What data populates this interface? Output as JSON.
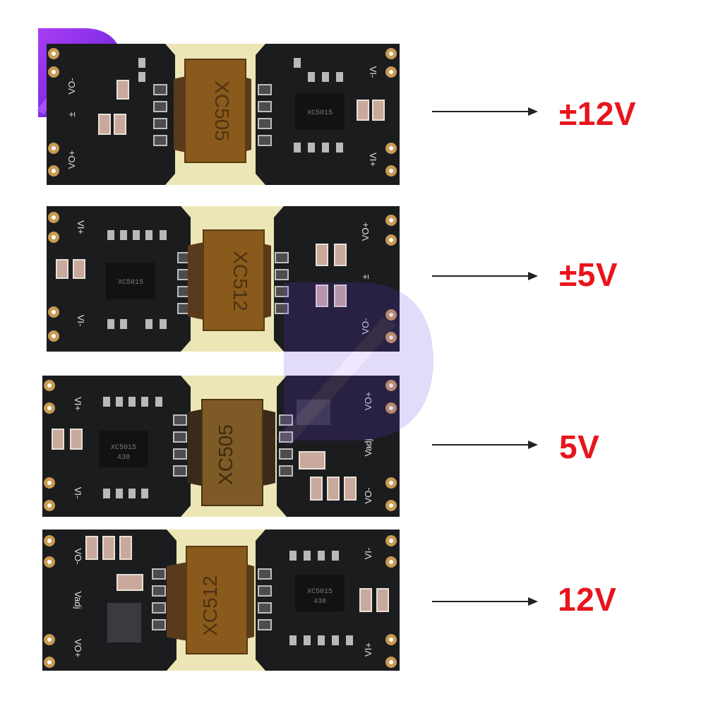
{
  "logo": {
    "icon": "purple-stylized-d-logo"
  },
  "boards": [
    {
      "transformer_marking": "XC505",
      "ic_marking": "XC5015",
      "pins_left": [
        "VO-",
        "±",
        "VO+"
      ],
      "pins_right": [
        "VI-",
        "VI+"
      ],
      "voltage": "±12V"
    },
    {
      "transformer_marking": "XC512",
      "ic_marking": "XC5015",
      "pins_left": [
        "VI+",
        "VI-"
      ],
      "pins_right": [
        "VO+",
        "±",
        "VO-"
      ],
      "voltage": "±5V"
    },
    {
      "transformer_marking": "XC505",
      "ic_marking": "XC5015",
      "ic_code": "438",
      "pins_left": [
        "VI+",
        "VI-"
      ],
      "pins_right": [
        "VO+",
        "Vadj",
        "VO-"
      ],
      "voltage": "5V"
    },
    {
      "transformer_marking": "XC512",
      "ic_marking": "XC5015",
      "ic_code": "438",
      "pins_left": [
        "VO-",
        "Vadj",
        "VO+"
      ],
      "pins_right": [
        "VI-",
        "VI+"
      ],
      "voltage": "12V"
    }
  ],
  "colors": {
    "label_red": "#e8151b",
    "pcb_black": "#1b1c1e",
    "pcb_yellow": "#ece6b6",
    "transformer_amber": "#8a5a1c",
    "pad_gold": "#c99a52",
    "logo_purple": "#7a2df0"
  }
}
